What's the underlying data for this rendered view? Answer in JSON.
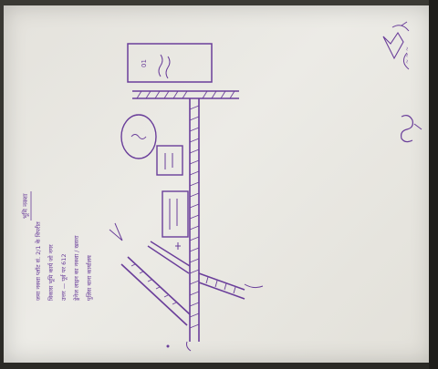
{
  "photo": {
    "description_icon": "hand-drawn-site-map-photo"
  },
  "colors": {
    "ink": "#6a3e9a",
    "paper": "#e8e6e0",
    "edge": "#1f1e1b"
  },
  "labels": {
    "title": "भूमि नक्शा",
    "building_number": "01",
    "note_lines": [
      "जमा नक्शा प्लॉट सं. 2/1 के विपरीत",
      "विकास भूमि कार्य जो नगर",
      "उत्तर — पूर्व पर 612",
      "ड्रेनेज लाइन का नक्शा / खसरा",
      "पुलिस थाना कार्यालय"
    ]
  }
}
